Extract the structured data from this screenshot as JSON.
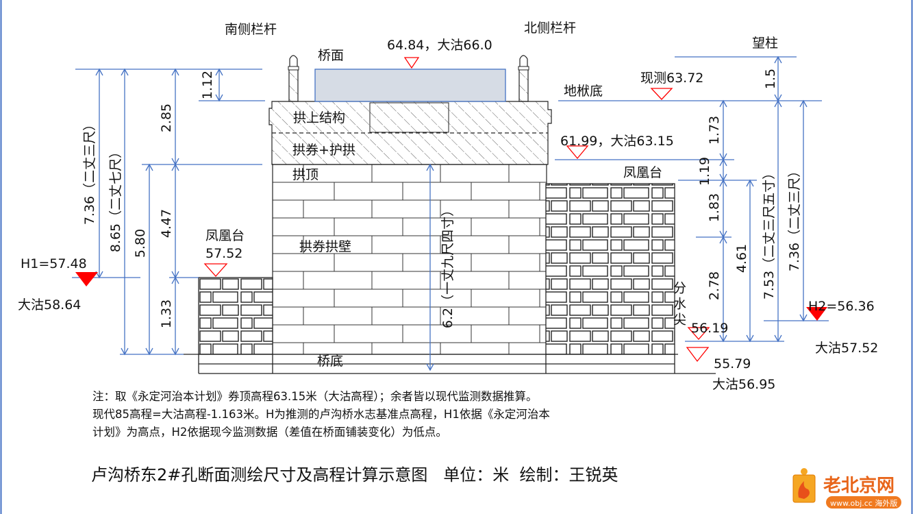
{
  "labels": {
    "south_railing": "南侧栏杆",
    "north_railing": "北侧栏杆",
    "deck": "桥面",
    "deck_elev": "64.84，大沽66.0",
    "post": "望柱",
    "measured": "现测63.72",
    "sill": "地栿底",
    "crown_elev": "61.99，大沽63.15",
    "phoenix_right": "凤凰台",
    "phoenix_left": "凤凰台",
    "phoenix_left_elev": "57.52",
    "spandrel_upper": "拱上结构",
    "arch_ring": "拱券+护拱",
    "crown": "拱顶",
    "arch_wall": "拱券拱壁",
    "bottom": "桥底",
    "cutwater": "分水尖",
    "h1": "H1=57.48",
    "h1_dagu": "大沽58.64",
    "h2": "H2=56.36",
    "h2_dagu": "大沽57.52",
    "e5619": "56.19",
    "e5579": "55.79",
    "e5579_dagu": "大沽56.95"
  },
  "dimensions": {
    "left_736": "7.36（二丈三尺）",
    "left_865": "8.65（二丈七尺）",
    "left_580": "5.80",
    "left_285": "2.85",
    "left_447": "4.47",
    "left_133": "1.33",
    "left_112": "1.12",
    "center_62": "6.2（一丈九尺四寸）",
    "right_15": "1.5",
    "right_173": "1.73",
    "right_119": "1.19",
    "right_183": "1.83",
    "right_278": "2.78",
    "right_461": "4.61",
    "right_753": "7.53（二丈三尺五寸）",
    "right_736": "7.36（二丈三尺）"
  },
  "notes": [
    "注：取《永定河治本计划》券顶高程63.15米（大沽高程）；余者皆以现代监测数据推算。",
    "现代85高程=大沽高程-1.163米。H为推测的卢沟桥水志基准点高程，H1依据《永定河治本",
    "计划》为高点，H2依据现今监测数据（差值在桥面铺装变化）为低点。"
  ],
  "title": "卢沟桥东2#孔断面测绘尺寸及高程计算示意图   单位：米  绘制：王锐英",
  "watermark": {
    "name": "老北京网",
    "url": "www.obj.cc 海外版"
  },
  "colors": {
    "dimension": "#4472c4",
    "marker": "#ff0000",
    "deck": "#d6dce5",
    "frame": "#4472c4"
  }
}
